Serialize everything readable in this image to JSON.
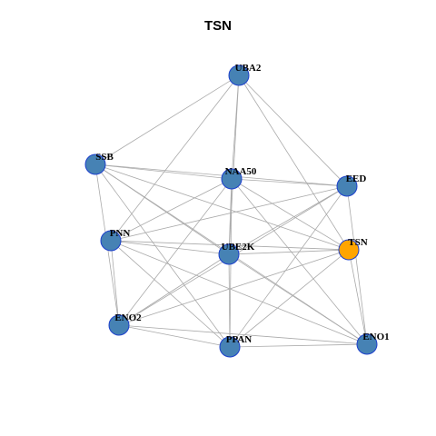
{
  "title": "TSN",
  "colors": {
    "node_default": "#4682B4",
    "node_highlight": "#FFA500",
    "node_border": "#1C3FCC",
    "edge": "#AAAAAA",
    "label": "#000000"
  },
  "nodes": [
    {
      "id": "UBA2",
      "label": "UBA2",
      "highlight": false
    },
    {
      "id": "SSB",
      "label": "SSB",
      "highlight": false
    },
    {
      "id": "NAA50",
      "label": "NAA50",
      "highlight": false
    },
    {
      "id": "EED",
      "label": "EED",
      "highlight": false
    },
    {
      "id": "PNN",
      "label": "PNN",
      "highlight": false
    },
    {
      "id": "UBE2K",
      "label": "UBE2K",
      "highlight": false
    },
    {
      "id": "TSN",
      "label": "TSN",
      "highlight": true
    },
    {
      "id": "ENO2",
      "label": "ENO2",
      "highlight": false
    },
    {
      "id": "PPAN",
      "label": "PPAN",
      "highlight": false
    },
    {
      "id": "ENO1",
      "label": "ENO1",
      "highlight": false
    }
  ],
  "edges": [
    [
      "UBA2",
      "SSB"
    ],
    [
      "UBA2",
      "NAA50"
    ],
    [
      "UBA2",
      "UBE2K"
    ],
    [
      "UBA2",
      "PNN"
    ],
    [
      "UBA2",
      "EED"
    ],
    [
      "UBA2",
      "TSN"
    ],
    [
      "SSB",
      "NAA50"
    ],
    [
      "SSB",
      "EED"
    ],
    [
      "SSB",
      "UBE2K"
    ],
    [
      "SSB",
      "TSN"
    ],
    [
      "SSB",
      "ENO2"
    ],
    [
      "SSB",
      "PPAN"
    ],
    [
      "SSB",
      "ENO1"
    ],
    [
      "NAA50",
      "EED"
    ],
    [
      "NAA50",
      "PNN"
    ],
    [
      "NAA50",
      "UBE2K"
    ],
    [
      "NAA50",
      "TSN"
    ],
    [
      "NAA50",
      "ENO2"
    ],
    [
      "NAA50",
      "PPAN"
    ],
    [
      "NAA50",
      "ENO1"
    ],
    [
      "EED",
      "PNN"
    ],
    [
      "EED",
      "UBE2K"
    ],
    [
      "EED",
      "ENO2"
    ],
    [
      "EED",
      "PPAN"
    ],
    [
      "EED",
      "ENO1"
    ],
    [
      "PNN",
      "UBE2K"
    ],
    [
      "PNN",
      "TSN"
    ],
    [
      "PNN",
      "ENO2"
    ],
    [
      "PNN",
      "PPAN"
    ],
    [
      "PNN",
      "ENO1"
    ],
    [
      "UBE2K",
      "TSN"
    ],
    [
      "UBE2K",
      "ENO2"
    ],
    [
      "UBE2K",
      "PPAN"
    ],
    [
      "UBE2K",
      "ENO1"
    ],
    [
      "TSN",
      "ENO2"
    ],
    [
      "TSN",
      "PPAN"
    ],
    [
      "TSN",
      "ENO1"
    ],
    [
      "ENO2",
      "PPAN"
    ],
    [
      "ENO2",
      "ENO1"
    ],
    [
      "PPAN",
      "ENO1"
    ]
  ]
}
